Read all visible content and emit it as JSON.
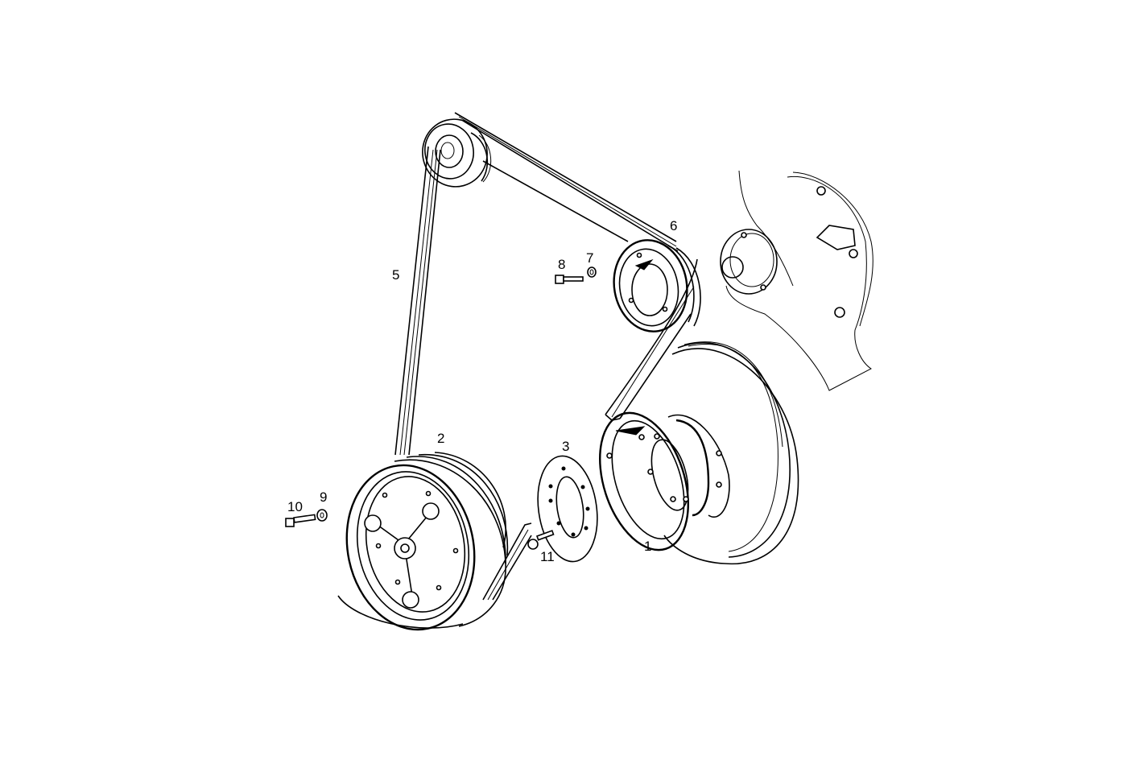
{
  "diagram": {
    "title": "",
    "description": "Exploded parts diagram: belt drive with crankshaft pulley, idler pulley, water pump pulley",
    "background": "#ffffff",
    "line_color": "#000000",
    "callouts": [
      {
        "id": "1",
        "label": "1",
        "part": "crankshaft-pulley-damper"
      },
      {
        "id": "2",
        "label": "2",
        "part": "triple-groove-pulley"
      },
      {
        "id": "3",
        "label": "3",
        "part": "spacer-disc"
      },
      {
        "id": "5",
        "label": "5",
        "part": "v-belt"
      },
      {
        "id": "6",
        "label": "6",
        "part": "idler-pulley"
      },
      {
        "id": "7",
        "label": "7",
        "part": "washer"
      },
      {
        "id": "8",
        "label": "8",
        "part": "bolt"
      },
      {
        "id": "9",
        "label": "9",
        "part": "washer"
      },
      {
        "id": "10",
        "label": "10",
        "part": "bolt"
      },
      {
        "id": "11",
        "label": "11",
        "part": "bolt"
      }
    ]
  }
}
